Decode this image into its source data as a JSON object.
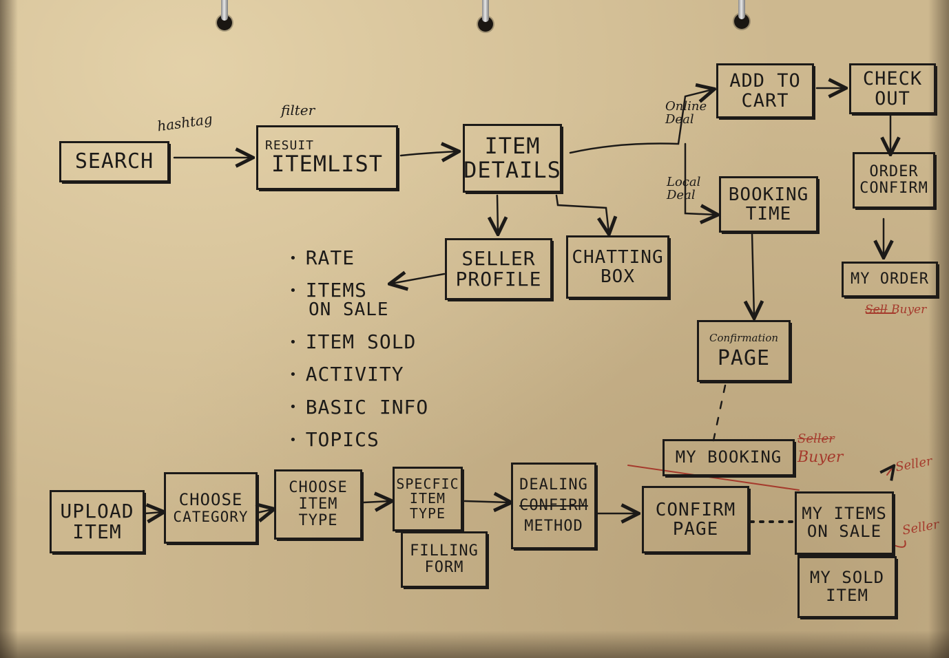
{
  "boxes": {
    "search": "SEARCH",
    "result_small": "RESUIT",
    "result_big": "ITEMLIST",
    "item_details_1": "ITEM",
    "item_details_2": "DETAILS",
    "add_to_cart_1": "ADD TO",
    "add_to_cart_2": "CART",
    "check_out_1": "CHECK",
    "check_out_2": "OUT",
    "order_confirm_1": "ORDER",
    "order_confirm_2": "CONFIRM",
    "my_order": "MY ORDER",
    "booking_time_1": "BOOKING",
    "booking_time_2": "TIME",
    "confirmation_small": "Confirmation",
    "confirmation_big": "PAGE",
    "my_booking": "MY BOOKING",
    "seller_profile_1": "SELLER",
    "seller_profile_2": "PROFILE",
    "chatting_box_1": "CHATTING",
    "chatting_box_2": "BOX",
    "upload_item_1": "UPLOAD",
    "upload_item_2": "ITEM",
    "choose_category_1": "CHOOSE",
    "choose_category_2": "CATEGORY",
    "choose_item_type_1": "CHOOSE",
    "choose_item_type_2": "ITEM",
    "choose_item_type_3": "TYPE",
    "specific_item_type_1": "SPECFIC",
    "specific_item_type_2": "ITEM",
    "specific_item_type_3": "TYPE",
    "filling_form_1": "FILLING",
    "filling_form_2": "FORM",
    "dealing_method_1": "DEALING",
    "dealing_method_strike": "CONFIRM",
    "dealing_method_3": "METHOD",
    "confirm_page_1": "CONFIRM",
    "confirm_page_2": "PAGE",
    "my_items_on_sale_1": "MY ITEMS",
    "my_items_on_sale_2": "ON SALE",
    "my_sold_item_1": "MY SOLD",
    "my_sold_item_2": "ITEM"
  },
  "annotations": {
    "hashtag": "hashtag",
    "filter": "filter",
    "online_deal_1": "Online",
    "online_deal_2": "Deal",
    "local_deal_1": "Local",
    "local_deal_2": "Deal"
  },
  "seller_profile_bullets": [
    {
      "main": "RATE",
      "sub": ""
    },
    {
      "main": "ITEMS",
      "sub": "ON SALE"
    },
    {
      "main": "ITEM SOLD",
      "sub": ""
    },
    {
      "main": "ACTIVITY",
      "sub": ""
    },
    {
      "main": "BASIC INFO",
      "sub": ""
    },
    {
      "main": "TOPICS",
      "sub": ""
    }
  ],
  "red_notes": {
    "my_order_struck": "Sell",
    "my_order_role": "Buyer",
    "my_booking_struck": "Seller",
    "my_booking_role": "Buyer",
    "my_items_role": "Seller",
    "my_sold_role": "Seller"
  },
  "colors": {
    "paper": "#cdb88f",
    "ink": "#1c1a18",
    "red_ink": "#a53a2c"
  }
}
